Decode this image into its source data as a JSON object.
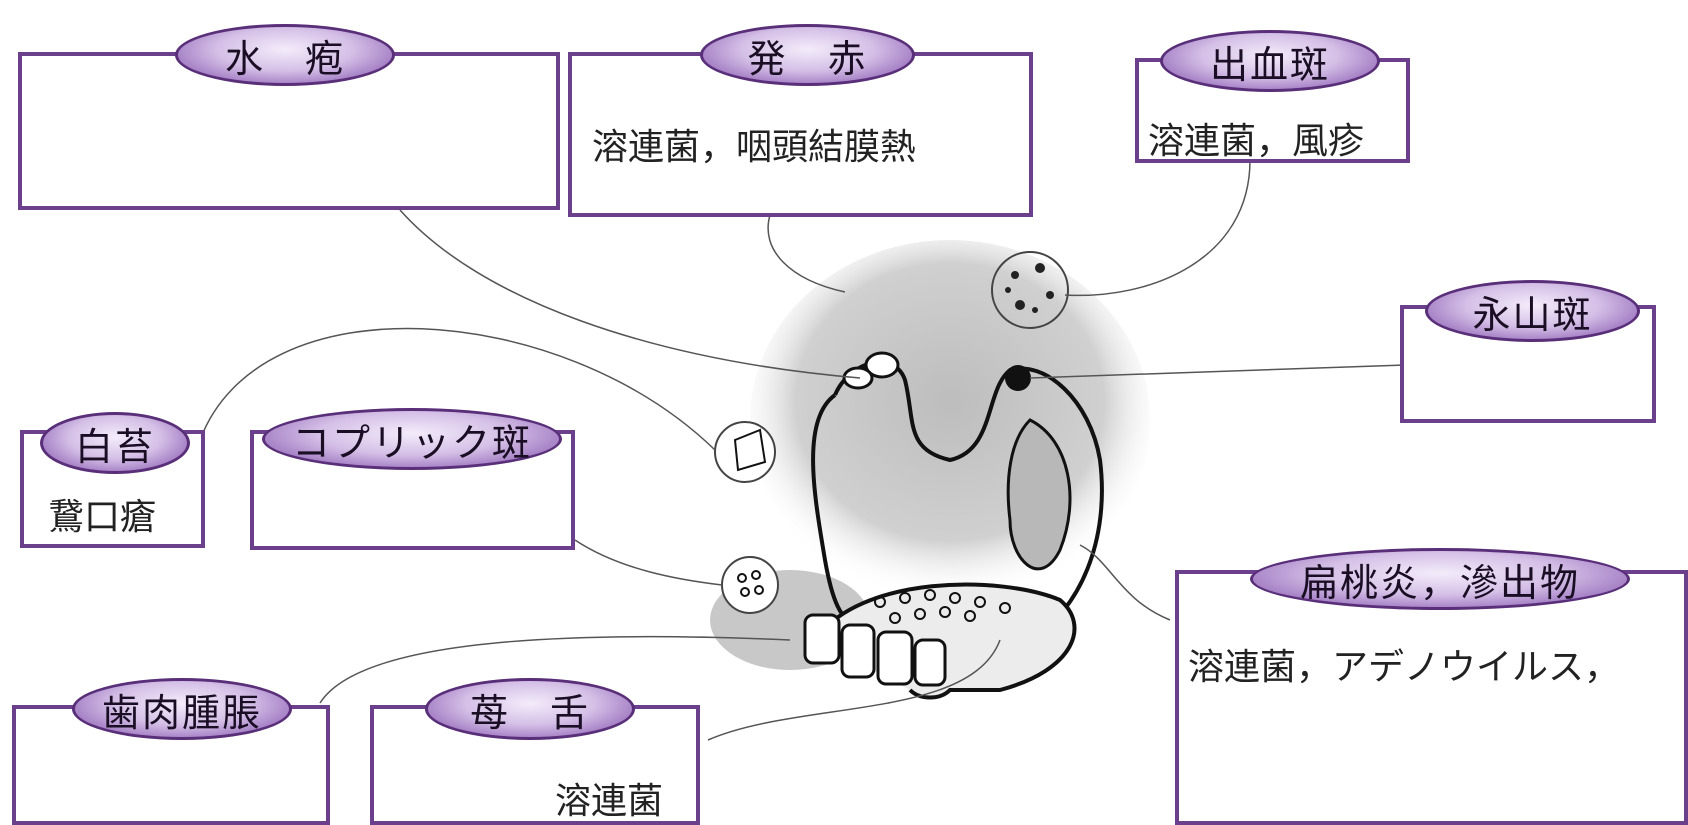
{
  "labels": {
    "suihou": "水　疱",
    "hosseki": "発　赤",
    "shukketsuhan": "出血斑",
    "nagayamahan": "永山斑",
    "hakutai": "白苔",
    "koplik": "コプリック斑",
    "hentouen": "扁桃炎，滲出物",
    "shiniku": "歯肉腫脹",
    "ichigo": "苺　舌"
  },
  "texts": {
    "hosseki": "溶連菌，咽頭結膜熱",
    "shukketsuhan": "溶連菌，風疹",
    "hakutai": "鵞口瘡",
    "hentouen": "溶連菌，アデノウイルス，",
    "ichigo": "溶連菌"
  },
  "colors": {
    "frame": "#6b3f8c",
    "label_fill": "#b591d6",
    "line": "#555555"
  }
}
